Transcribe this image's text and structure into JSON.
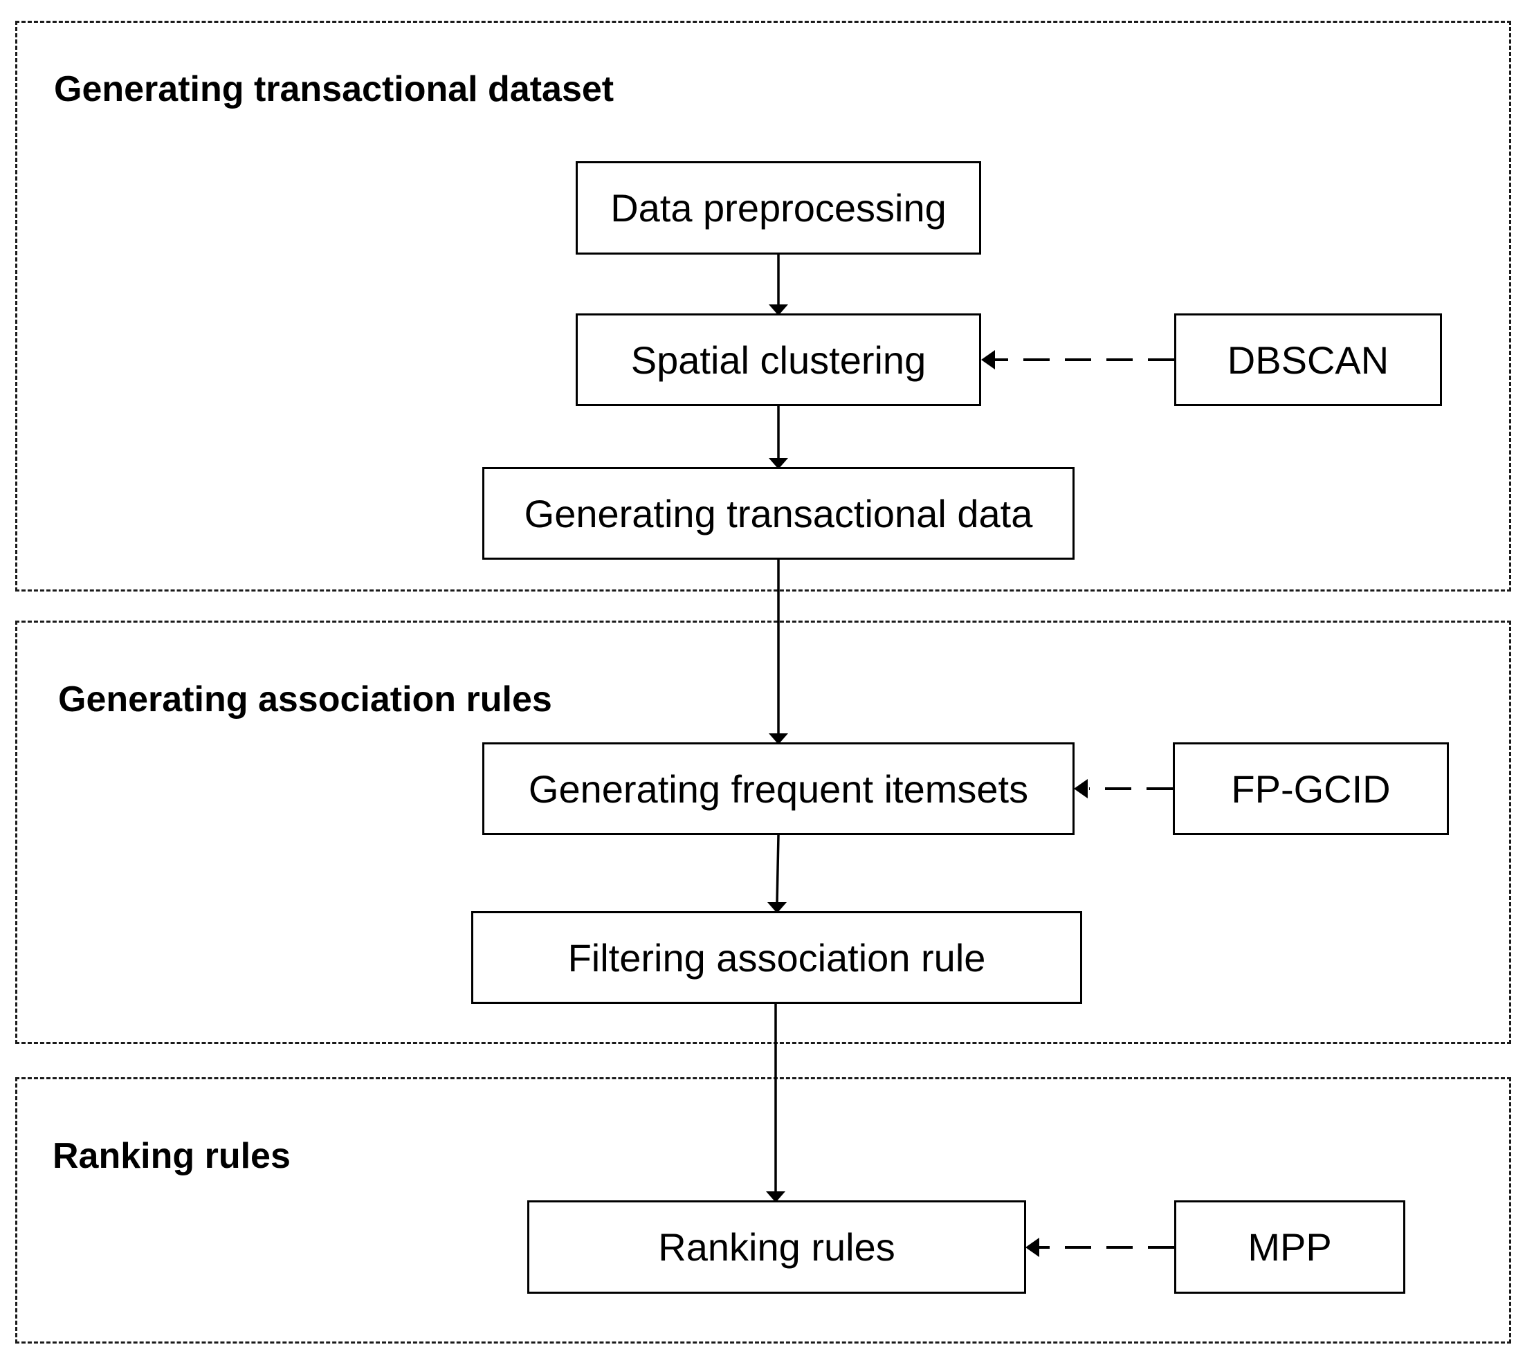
{
  "sections": {
    "dataset": {
      "title": "Generating transactional dataset"
    },
    "rules": {
      "title": "Generating association rules"
    },
    "ranking": {
      "title": "Ranking rules"
    }
  },
  "nodes": {
    "preprocessing": "Data preprocessing",
    "clustering": "Spatial clustering",
    "transactional": "Generating transactional data",
    "itemsets": "Generating frequent itemsets",
    "filtering": "Filtering association rule",
    "ranking": "Ranking rules",
    "dbscan": "DBSCAN",
    "fpgcid": "FP-GCID",
    "mpp": "MPP"
  }
}
